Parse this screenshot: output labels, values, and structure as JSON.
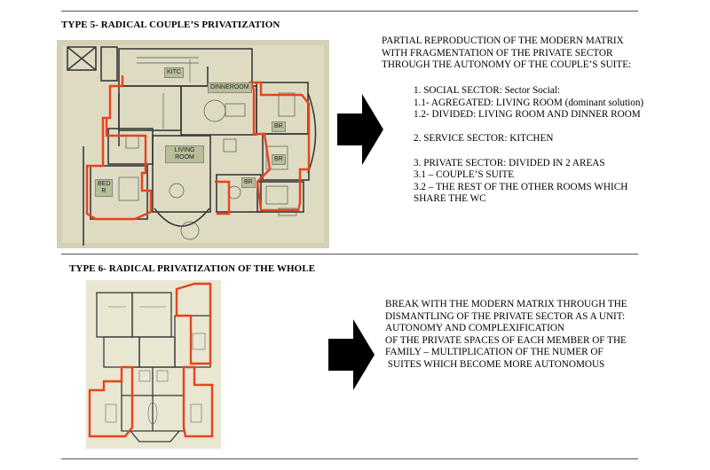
{
  "section5": {
    "title": "TYPE 5- RADICAL COUPLE’S PRIVATIZATION",
    "room_labels": {
      "kitchen": "KITC",
      "dinner": "DINNEROOM",
      "living": "LIVING ROOM",
      "bed_left": "BED R",
      "br_top": "BR",
      "br_mid": "BR",
      "br_bottom": "BR"
    },
    "intro": [
      "PARTIAL REPRODUCTION OF THE MODERN MATRIX",
      "WITH FRAGMENTATION OF THE  PRIVATE SECTOR",
      "THROUGH THE AUTONOMY OF THE COUPLE’S SUITE:"
    ],
    "list": [
      "1. SOCIAL SECTOR: Sector Social:",
      "1.1- AGREGATED: LIVING ROOM (dominant solution)",
      "1.2- DIVIDED: LIVING ROOM AND DINNER ROOM",
      "",
      "2. SERVICE SECTOR: KITCHEN",
      "",
      "3. PRIVATE SECTOR: DIVIDED IN 2 AREAS",
      "3.1 – COUPLE’S SUITE",
      "3.2 – THE REST OF THE OTHER ROOMS WHICH",
      "SHARE THE WC"
    ]
  },
  "section6": {
    "title": "TYPE 6- RADICAL PRIVATIZATION OF THE WHOLE",
    "text": [
      "BREAK WITH THE MODERN MATRIX THROUGH THE",
      "DISMANTLING OF THE PRIVATE SECTOR AS A UNIT:",
      "AUTONOMY AND COMPLEXIFICATION",
      "OF THE PRIVATE SPACES OF EACH MEMBER OF THE",
      "FAMILY – MULTIPLICATION OF THE NUMER OF",
      " SUITES WHICH BECOME MORE AUTONOMOUS"
    ]
  },
  "colors": {
    "highlight": "#e8431c",
    "plan_bg": "#d3d0b4",
    "plan_bg2": "#e9e6d2",
    "label_bg": "#b8bf98",
    "rule": "#555555",
    "arrow": "#000000"
  }
}
